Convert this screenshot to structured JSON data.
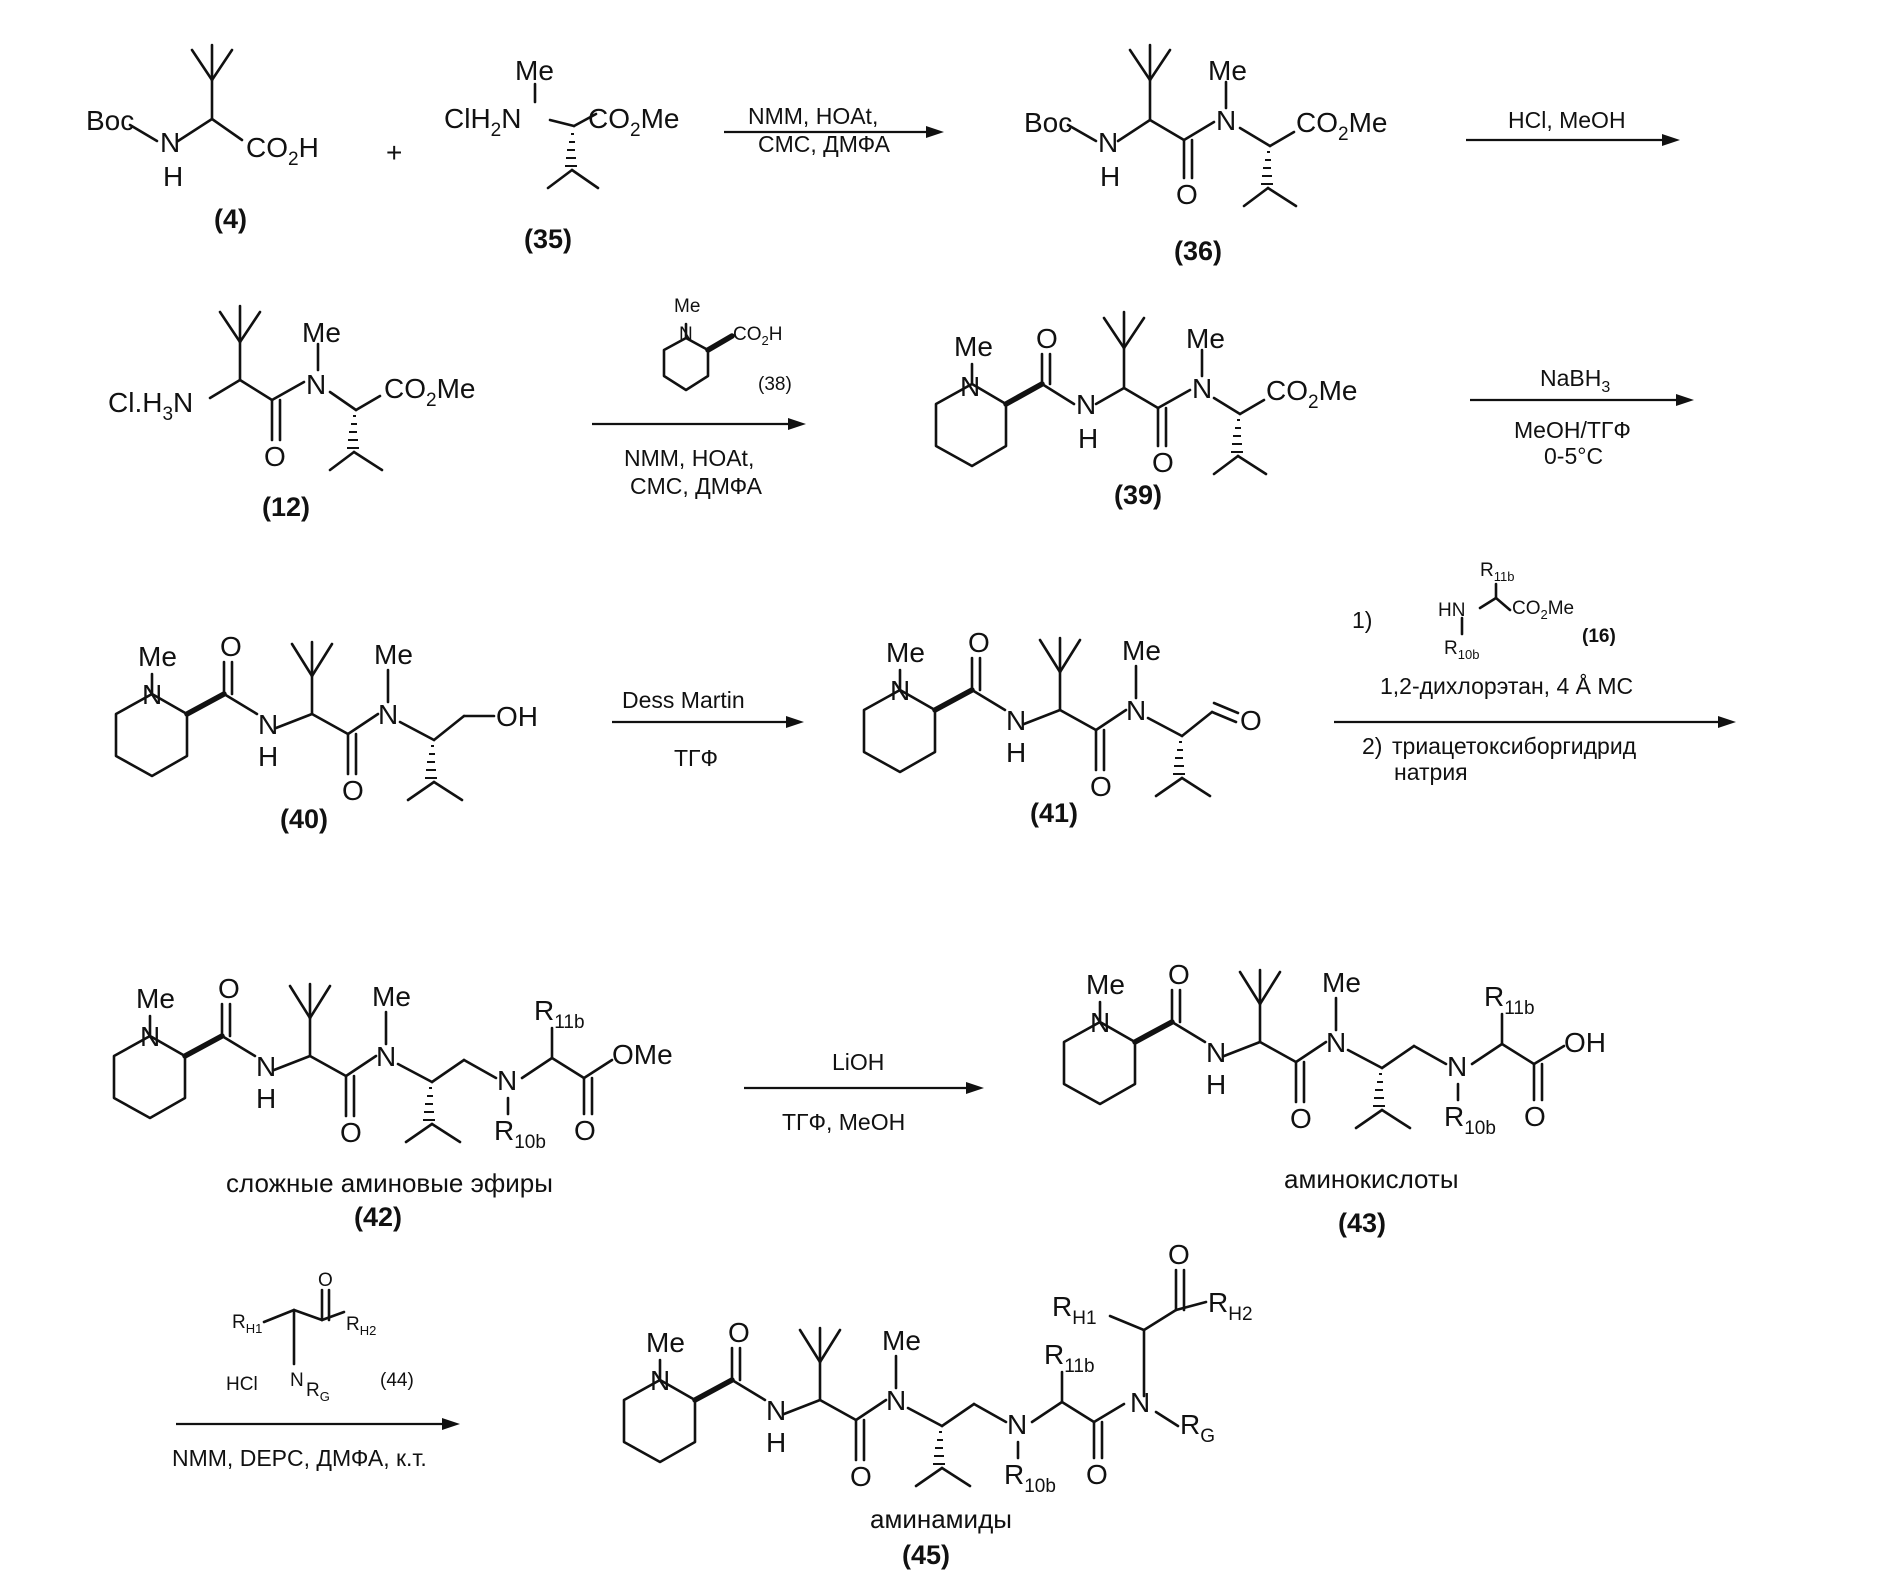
{
  "scheme": {
    "row1": {
      "plus": "+",
      "c4": {
        "label": "(4)",
        "boc": "Boc",
        "n": "N",
        "h": "H",
        "co2h": "CO2H"
      },
      "c35": {
        "label": "(35)",
        "me": "Me",
        "clh2n": "ClH2N",
        "co2me": "CO2Me"
      },
      "step1": {
        "above": "NMM, HOAt,",
        "below": "CMC, ДМФА"
      },
      "c36": {
        "label": "(36)",
        "boc": "Boc",
        "n": "N",
        "h": "H",
        "o": "O",
        "me": "Me",
        "n2": "N",
        "co2me": "CO2Me"
      },
      "step2": {
        "above": "HCl, MeOH",
        "below": ""
      }
    },
    "row2": {
      "c12": {
        "label": "(12)",
        "clh3n": "Cl.H3N",
        "o": "O",
        "me": "Me",
        "n": "N",
        "co2me": "CO2Me"
      },
      "c38": {
        "label": "(38)",
        "me": "Me",
        "n": "N",
        "co2h": "CO2H"
      },
      "step3": {
        "line1": "NMM, HOAt,",
        "line2": "CMC, ДМФА"
      },
      "c39": {
        "label": "(39)",
        "me": "Me",
        "n": "N",
        "o": "O",
        "nh": "N",
        "h": "H",
        "o2": "O",
        "me2": "Me",
        "n2": "N",
        "co2me": "CO2Me"
      },
      "step4": {
        "above": "NaBH3",
        "below1": "MeOH/ТГФ",
        "below2": "0-5°C"
      }
    },
    "row3": {
      "c40": {
        "label": "(40)",
        "oh": "OH"
      },
      "step5": {
        "above": "Dess Martin",
        "below": "ТГФ"
      },
      "c41": {
        "label": "(41)",
        "o_ald": "O"
      },
      "step6": {
        "num1": "1)",
        "r11b": "R11b",
        "hn": "HN",
        "co2me": "CO2Me",
        "r10b": "R10b",
        "label16": "(16)",
        "line1": "1,2-дихлорэтан,  4 Å МС",
        "num2": "2)",
        "line2a": "триацетоксиборгидрид",
        "line2b": "натрия"
      }
    },
    "row4": {
      "c42": {
        "label": "(42)",
        "caption": "сложные аминовые эфиры",
        "r11b": "R11b",
        "r10b": "R10b",
        "ome": "OMe"
      },
      "step7": {
        "above": "LiOH",
        "below": "ТГФ, MeOH"
      },
      "c43": {
        "label": "(43)",
        "caption": "аминокислоты",
        "oh": "OH"
      }
    },
    "row5": {
      "c44": {
        "label": "(44)",
        "rh1": "RH1",
        "rh2": "RH2",
        "o": "O",
        "hcl": "HCl",
        "n": "N",
        "rg": "RG"
      },
      "step8": {
        "below": "NMM, DEPC, ДМФА, к.т."
      },
      "c45": {
        "label": "(45)",
        "caption": "аминамиды",
        "rh1": "RH1",
        "rh2": "RH2",
        "rg": "RG",
        "r11b": "R11b",
        "r10b": "R10b"
      }
    }
  }
}
